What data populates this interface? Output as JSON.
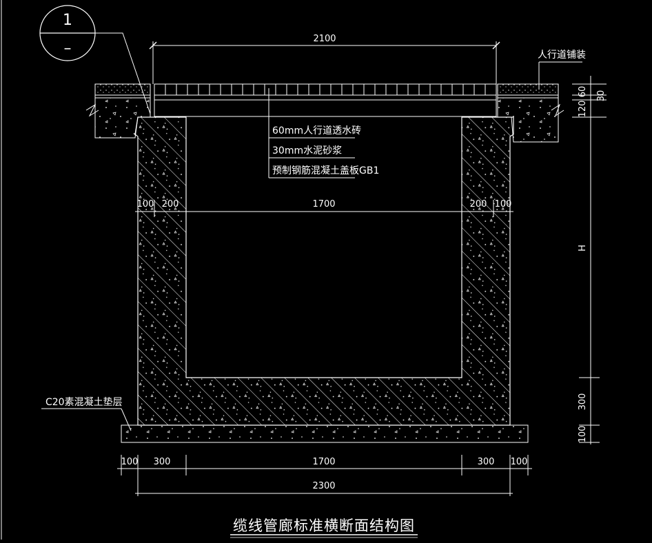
{
  "detail_marker": {
    "top": "1",
    "bottom": "–"
  },
  "dimensions": {
    "cover_width": "2100",
    "paving_thk": "60",
    "mortar_thk": "30",
    "slab_thk": "120",
    "inner_left": "100",
    "inner_left2": "200",
    "inner_width": "1700",
    "inner_right2": "200",
    "inner_right": "100",
    "height": "H",
    "base_thk": "300",
    "cushion_thk": "100",
    "bottom_dims": [
      "100",
      "300",
      "1700",
      "300",
      "100"
    ],
    "total_width": "2300"
  },
  "labels": {
    "paving": "人行道铺装",
    "layer1": "60mm人行道透水砖",
    "layer2": "30mm水泥砂浆",
    "layer3": "预制钢筋混凝土盖板GB1",
    "cushion": "C20素混凝土垫层"
  },
  "title": "缆线管廊标准横断面结构图",
  "colors": {
    "background": "#000000",
    "line": "#ffffff"
  }
}
